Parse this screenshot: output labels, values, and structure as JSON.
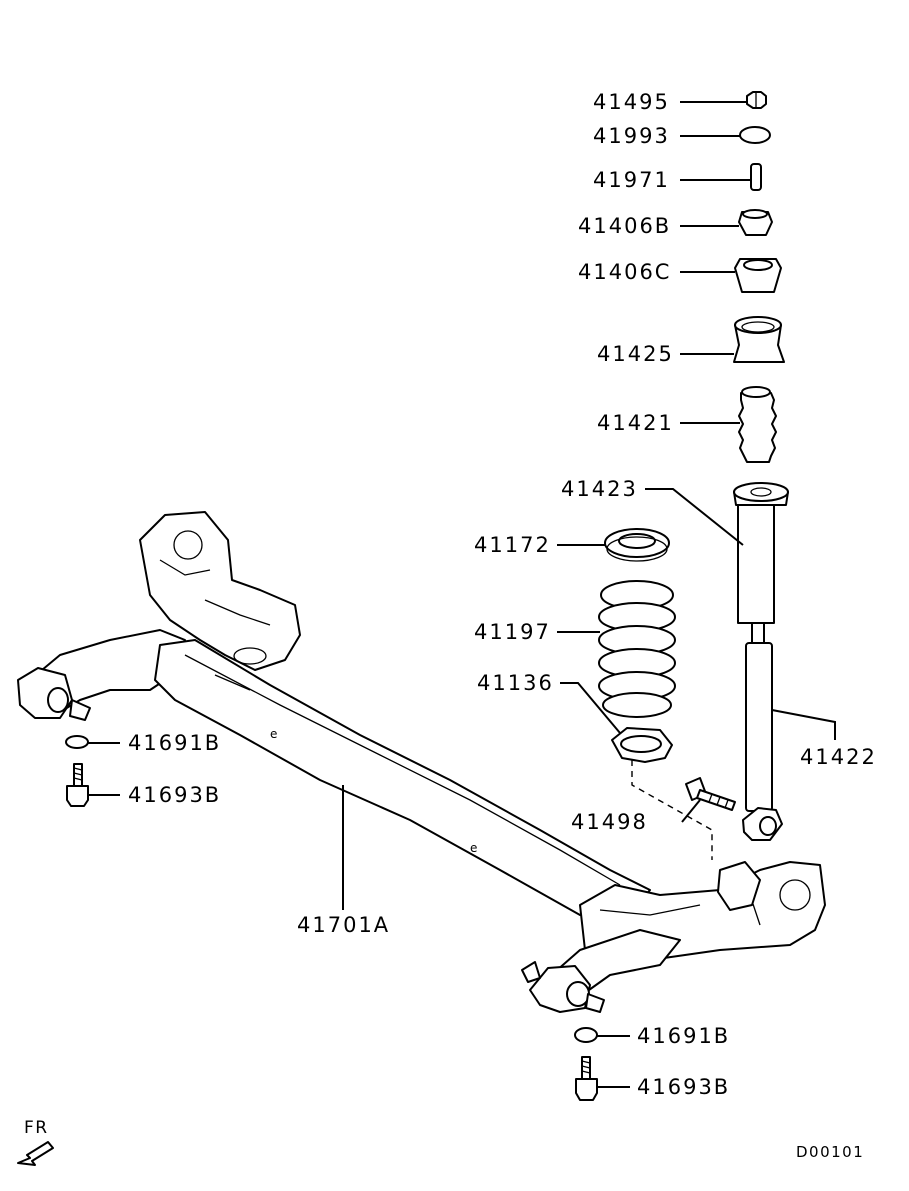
{
  "diagram_code": "D00101",
  "direction_label": "FR",
  "parts": [
    {
      "id": "nut",
      "label": "41495"
    },
    {
      "id": "washer",
      "label": "41993"
    },
    {
      "id": "collar",
      "label": "41971"
    },
    {
      "id": "bushing-upper",
      "label": "41406B"
    },
    {
      "id": "bushing-lower",
      "label": "41406C"
    },
    {
      "id": "spring-seat-cup",
      "label": "41425"
    },
    {
      "id": "bump-stopper",
      "label": "41421"
    },
    {
      "id": "dust-cover",
      "label": "41423"
    },
    {
      "id": "upper-spring-pad",
      "label": "41172"
    },
    {
      "id": "coil-spring",
      "label": "41197"
    },
    {
      "id": "lower-spring-pad",
      "label": "41136"
    },
    {
      "id": "shock-absorber",
      "label": "41422"
    },
    {
      "id": "shock-bolt",
      "label": "41498"
    },
    {
      "id": "axle-beam",
      "label": "41701A"
    },
    {
      "id": "washer-left",
      "label": "41691B"
    },
    {
      "id": "bolt-left",
      "label": "41693B"
    },
    {
      "id": "washer-right",
      "label": "41691B"
    },
    {
      "id": "bolt-right",
      "label": "41693B"
    }
  ]
}
